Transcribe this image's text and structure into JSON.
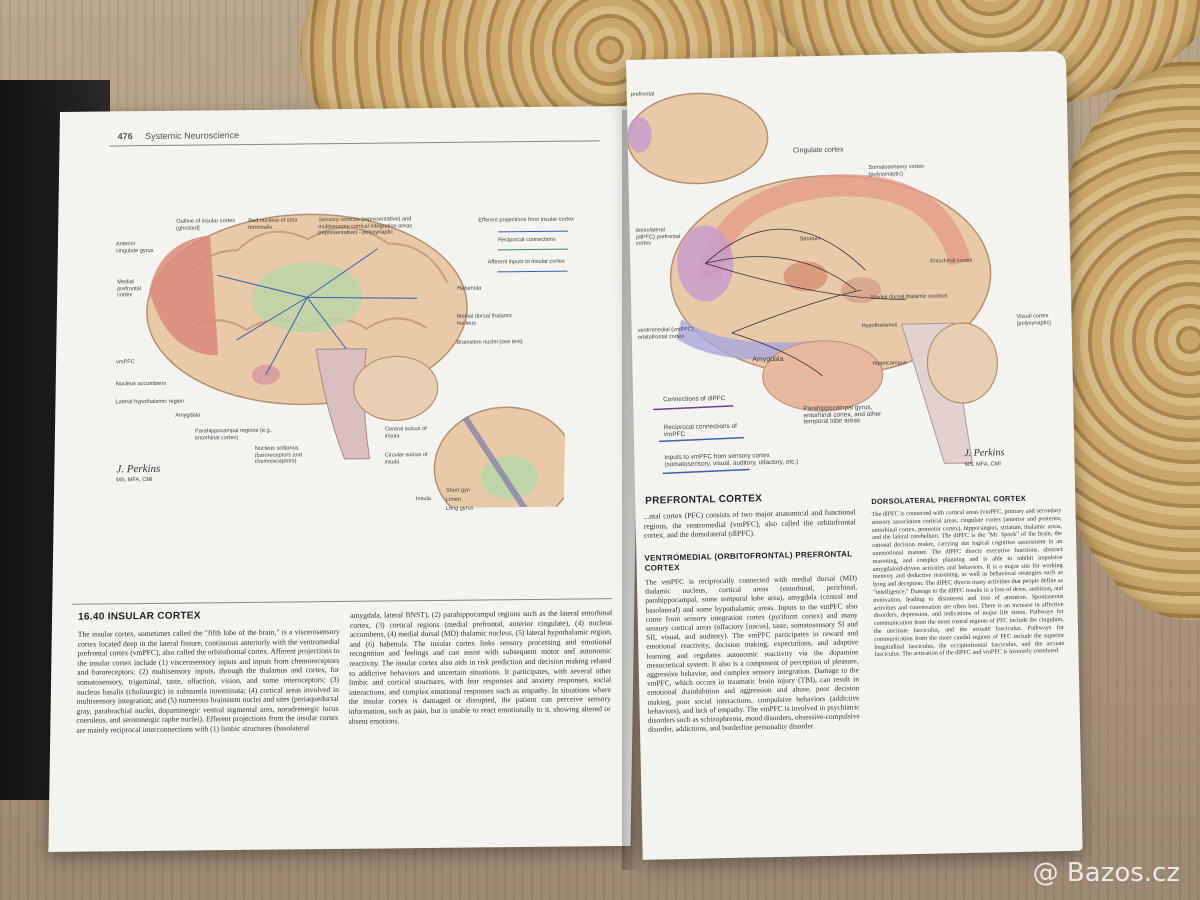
{
  "left_page": {
    "page_number": "476",
    "running_head": "Systemic Neuroscience",
    "figure_labels": {
      "outline_insular": "Outline of insular cortex (ghosted)",
      "bed_nucleus": "Bed nucleus of stria terminalis",
      "sensory_cortices": "Sensory cortices (representative) and multisensory cortical integration areas (representative) - polysynaptic",
      "anterior_cingulate": "Anterior cingulate gyrus",
      "medial_prefrontal": "Medial prefrontal cortex",
      "vmpfc": "vmPFC",
      "nucleus_accumbens": "Nucleus accumbens",
      "lateral_hypothalamic": "Lateral hypothalamic region",
      "amygdala": "Amygdala",
      "parahippocampal": "Parahippocampal regions (e.g., entorhinal cortex)",
      "nucleus_solitarius": "Nucleus solitarius (baroreceptors and chemoreceptors)",
      "habenula": "Habenula",
      "medial_dorsal": "Medial dorsal thalamic nucleus",
      "brainstem_nuclei": "Brainstem nuclei (see text)",
      "central_sulcus": "Central sulcus of insula",
      "circular_sulcus": "Circular sulcus of insula",
      "insula": "Insula",
      "short_gyri": "Short gyri",
      "limen": "Limen",
      "long_gyrus": "Long gyrus",
      "efferent_projections": "Efferent projections from insular cortex",
      "reciprocal_connections": "Reciprocal connections",
      "afferent_inputs": "Afferent inputs to insular cortex"
    },
    "signature_name": "J. Perkins",
    "signature_credentials": "MS, MFA, CMI",
    "section_heading": "16.40 INSULAR CORTEX",
    "col1": "The insular cortex, sometimes called the \"fifth lobe of the brain,\" is a viscerosensory cortex located deep in the lateral fissure, continuous anteriorly with the ventromedial prefrontal cortex (vmPFC), also called the orbitofrontal cortex. Afferent projections to the insular cortex include (1) viscerosensory inputs and inputs from chemoreceptors and baroreceptors; (2) multisensory inputs, through the thalamus and cortex, for somatosensory, trigeminal, taste, olfaction, vision, and some interoceptors; (3) nucleus basalis (cholinergic) in substantia innominata; (4) cortical areas involved in multisensory integration; and (5) numerous brainstem nuclei and sites (periaqueductal gray, parabrachial nuclei, dopaminergic ventral tegmental area, noradrenergic locus coeruleus, and serotonergic raphe nuclei). Efferent projections from the insular cortex are mainly reciprocal interconnections with (1) limbic structures (basolateral",
    "col2": "amygdala, lateral BNST), (2) parahippocampal regions such as the lateral entorhinal cortex, (3) cortical regions (medial prefrontal, anterior cingulate), (4) nucleus accumbens, (4) medial dorsal (MD) thalamic nucleus, (5) lateral hypothalamic region, and (6) habenula. The insular cortex links sensory processing and emotional recognition and feelings and can assist with subsequent motor and autonomic reactivity. The insular cortex also aids in risk prediction and decision making related to addictive behaviors and uncertain situations. It participates, with several other limbic and cortical structures, with fear responses and anxiety responses, social interactions, and complex emotional responses such as empathy. In situations where the insular cortex is damaged or disrupted, the patient can perceive sensory information, such as pain, but is unable to react emotionally to it, showing altered or absent emotions."
  },
  "right_page": {
    "figure_labels": {
      "dorsolateral_inset": "prefrontal",
      "cingulate_cortex": "Cingulate cortex",
      "somatosensory": "Somatosensory cortex (polysynaptic)",
      "dorsolateral": "dorsolateral (dlPFC) prefrontal cortex",
      "striatum": "Striatum",
      "entorhinal_cortex": "Entorhinal cortex",
      "medial_dorsal": "Medial dorsal thalamic nucleus",
      "ventromedial": "ventromedial (vmPFC) orbitofrontal cortex",
      "hypothalamus": "Hypothalamus",
      "visual_cortex": "Visual cortex (polysynaptic)",
      "amygdala": "Amygdala",
      "hippocampus": "Hippocampus",
      "parahippocampal": "Parahippocampal gyrus, entorhinal cortex, and other temporal lobe areas",
      "connections_dlpfc": "Connections of dlPFC",
      "reciprocal_vmpfc": "Reciprocal connections of vmPFC",
      "inputs_vmpfc": "Inputs to vmPFC from sensory cortex (somatosensory, visual, auditory, olfactory, etc.)"
    },
    "signature_name": "J. Perkins",
    "signature_credentials": "MS, MFA, CMI",
    "section_heading": "PREFRONTAL CORTEX",
    "col1_intro": "...ntal cortex (PFC) consists of two major anatomical and functional regions, the ventromedial (vmPFC), also called the orbitofrontal cortex, and the dorsolateral (dlPFC).",
    "col1_subheading": "VENTROMEDIAL (ORBITOFRONTAL) PREFRONTAL CORTEX",
    "col1_body": "The vmPFC is reciprocally connected with medial dorsal (MD) thalamic nucleus, cortical areas (entorhinal, perirhinal, parahippocampal, some temporal lobe area), amygdala (central and basolateral) and some hypothalamic areas. Inputs to the vmPFC also come from sensory integration cortex (pyriform cortex) and many sensory cortical areas (olfactory [uncus], taste, somatosensory SI and SII, visual, and auditory). The vmPFC participates in reward and emotional reactivity, decision making, expectations, and adaptive learning and regulates autonomic reactivity via the dopamine mesocortical system. It also is a component of perception of pleasure, aggressive behavior, and complex sensory integration. Damage to the vmPFC, which occurs in traumatic brain injury (TBI), can result in emotional disinhibition and aggression and abuse, poor decision making, poor social interactions, compulsive behaviors (addictive behaviors), and lack of empathy. The vmPFC is involved in psychiatric disorders such as schizophrenia, mood disorders, obsessive-compulsive disorder, addictions, and borderline personality disorder.",
    "col2_subheading": "DORSOLATERAL PREFRONTAL CORTEX",
    "col2_body": "The dlPFC is connected with cortical areas (vmPFC, primary and secondary sensory association cortical areas, cingulate cortex [anterior and posterior, entorhinal cortex, premotor cortex), hippocampus, striatum, thalamic areas, and the lateral cerebellum. The dlPFC is the \"Mr. Spock\" of the brain, the rational decision maker, carrying out logical cognitive assessment in an unemotional manner. The dlPFC directs executive functions, abstract reasoning, and complex planning and is able to inhibit impulsive amygdaloid-driven activities and behaviors. It is a major site for working memory and deductive reasoning, as well as behavioral strategies such as lying and deception. The dlPFC directs many activities that people define as \"intelligence.\" Damage to the dlPFC results in a loss of drive, ambition, and motivation, leading to disinterest and loss of attention. Spontaneous activities and conversation are often lost. There is an increase in affective disorders, depression, and indications of major life stress. Pathways for communication from the more rostral regions of PFC include the cingulum, the uncinate fasciculus, and the arcuate fasciculus. Pathways for communication from the more caudal regions of PFC include the superior longitudinal fasciculus, the occipitofrontal fasciculus, and the arcuate fasciculus. The activation of the dlPFC and vmPFC is inversely correlated."
  },
  "watermark": "Bazos.cz",
  "colors": {
    "page": "#f4f3f0",
    "brain_tissue": "#e8c9a8",
    "prefrontal_red": "#d98a7a",
    "insula_green": "#b9d6a8",
    "arrow_blue": "#3a5fb0",
    "arrow_red": "#b83b3b",
    "arrow_green": "#3b8f5f",
    "mat": "#c9a76a"
  }
}
